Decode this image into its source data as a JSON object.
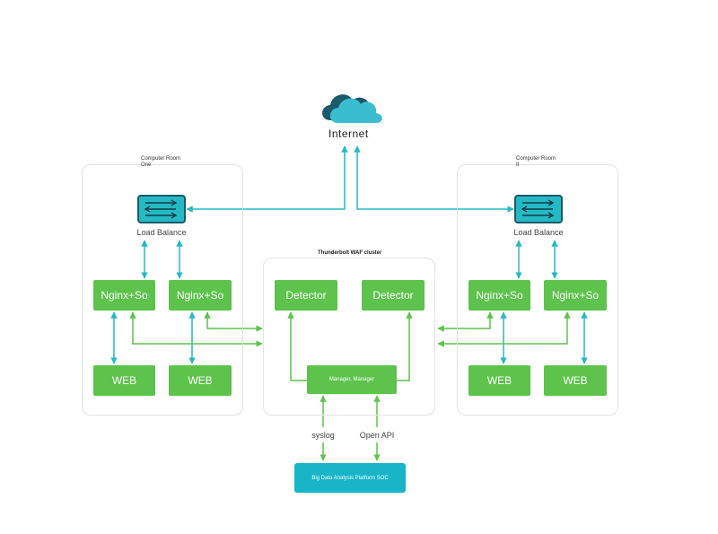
{
  "internet": {
    "label": "Internet"
  },
  "rooms": {
    "one": {
      "label": "Computer Room\nOne"
    },
    "two": {
      "label": "Computer Room\nII"
    }
  },
  "waf_cluster": {
    "label": "Thunderbolt WAF cluster"
  },
  "load_balance": {
    "label": "Load Balance"
  },
  "nginx": {
    "label": "Nginx+So"
  },
  "web": {
    "label": "WEB"
  },
  "detector": {
    "label": "Detector"
  },
  "manager": {
    "label": "Manager, Manager"
  },
  "links": {
    "syslog": "syslog",
    "open_api": "Open API"
  },
  "soc": {
    "label": "Big Data Analysis Platform SOC"
  },
  "colors": {
    "blue_line": "#25b9c6",
    "green_line": "#5dc34c",
    "cloud_dark": "#1a5a6a",
    "cloud_light": "#3bbdd0"
  }
}
